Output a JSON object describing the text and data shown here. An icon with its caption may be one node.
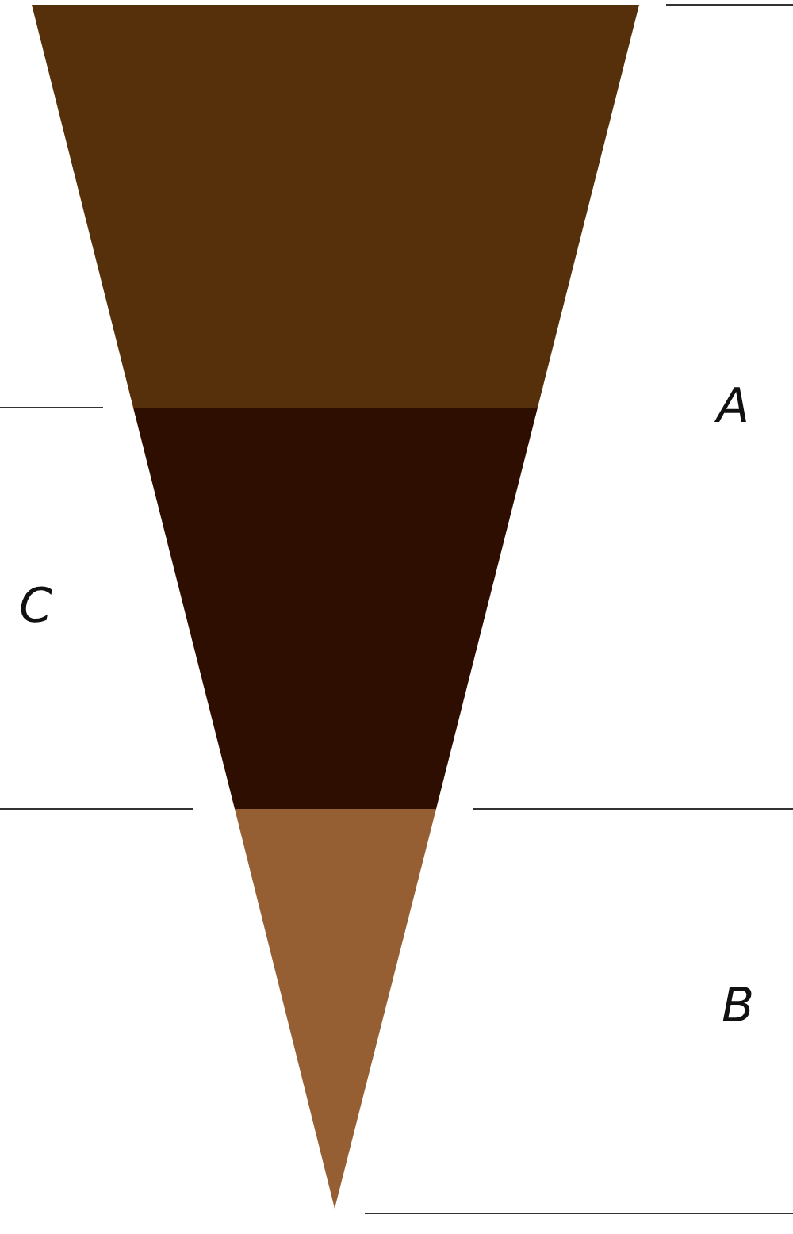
{
  "diagram": {
    "labels": [
      "A",
      "C",
      "B"
    ]
  }
}
